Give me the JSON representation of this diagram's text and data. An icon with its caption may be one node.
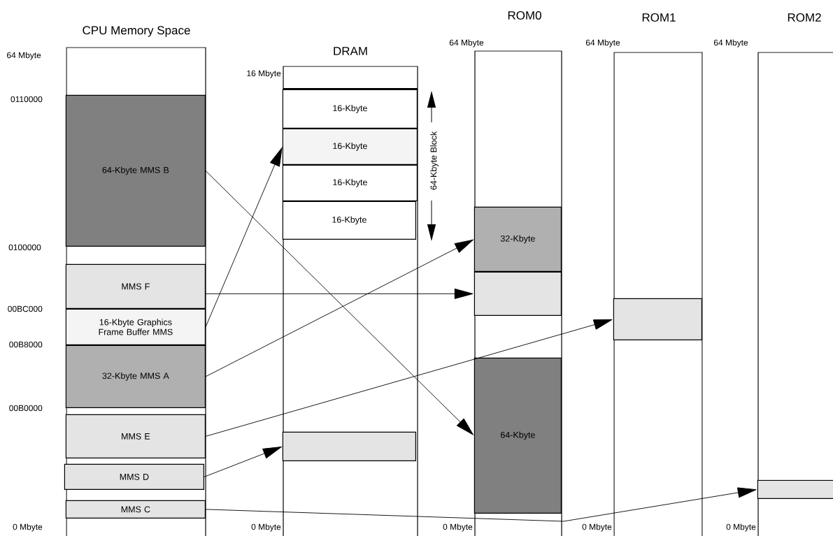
{
  "diagram": {
    "nodes": [
      {
        "text": [
          "CPU Memory Space"
        ]
      },
      {
        "text": [
          "64-Kbyte MMS B"
        ],
        "in": 0
      },
      {
        "text": [
          "MMS F"
        ],
        "in": 0
      },
      {
        "text": [
          "16-Kbyte Graphics Frame Buffer MMS"
        ],
        "in": 0
      },
      {
        "text": [
          "32-Kbyte MMS A"
        ],
        "in": 0
      },
      {
        "text": [
          "MMS E"
        ],
        "in": 0
      },
      {
        "text": [
          "MMS D"
        ],
        "in": 0
      },
      {
        "text": [
          "MMS C"
        ],
        "in": 0
      },
      {
        "text": [
          "DRAM"
        ]
      },
      {
        "text": [
          "16-Kbyte"
        ],
        "in": 8
      },
      {
        "text": [
          "16-Kbyte"
        ],
        "in": 8
      },
      {
        "text": [
          "16-Kbyte"
        ],
        "in": 8
      },
      {
        "text": [
          "16-Kbyte"
        ],
        "in": 8
      },
      {
        "text": [],
        "shape": "box",
        "in": 8
      },
      {
        "text": [
          "ROM0"
        ]
      },
      {
        "text": [
          "32-Kbyte"
        ],
        "in": 14
      },
      {
        "text": [],
        "shape": "box",
        "in": 14
      },
      {
        "text": [
          "64-Kbyte"
        ],
        "in": 14
      },
      {
        "text": [
          "ROM1"
        ]
      },
      {
        "text": [],
        "shape": "box",
        "in": 18
      },
      {
        "text": [
          "ROM2"
        ]
      },
      {
        "text": [],
        "shape": "box",
        "in": 20
      }
    ],
    "edges": [
      {
        "from": 1,
        "to": 17,
        "arrow": "to"
      },
      {
        "from": 2,
        "to": 16,
        "arrow": "to"
      },
      {
        "from": 3,
        "to": 10,
        "arrow": "to"
      },
      {
        "from": 4,
        "to": 15,
        "arrow": "to"
      },
      {
        "from": 5,
        "to": 19,
        "arrow": "to"
      },
      {
        "from": 6,
        "to": 13,
        "arrow": "to"
      },
      {
        "from": 7,
        "to": 21,
        "arrow": "to"
      }
    ],
    "labels": [
      "64 Mbyte",
      "0110000",
      "0100000",
      "00BC000",
      "00B8000",
      "00B0000",
      "0 Mbyte",
      "16 Mbyte",
      "0 Mbyte",
      "64-Kbyte Block",
      "64 Mbyte",
      "0 Mbyte",
      "64 Mbyte",
      "0 Mbyte",
      "64 Mbyte",
      "0 Mbyte"
    ]
  }
}
